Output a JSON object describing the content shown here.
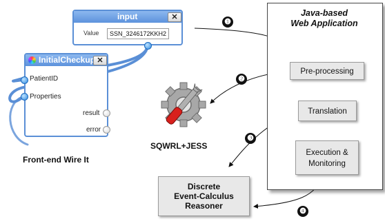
{
  "input_module": {
    "title": "input",
    "close_label": "✕",
    "value_label": "Value",
    "value": "SSN_3246172KKH2"
  },
  "checkup_module": {
    "title": "InitialCheckup",
    "close_label": "✕",
    "fields": {
      "patient_id": "PatientID",
      "properties": "Properties",
      "result": "result",
      "error": "error"
    }
  },
  "frontend_caption": "Front-end Wire It",
  "tool_caption": "SQWRL+JESS",
  "app": {
    "title_line1": "Java-based",
    "title_line2": "Web Application",
    "preprocessing": "Pre-processing",
    "translation": "Translation",
    "execution_line1": "Execution &",
    "execution_line2": "Monitoring"
  },
  "reasoner": {
    "line1": "Discrete",
    "line2": "Event-Calculus",
    "line3": "Reasoner"
  },
  "steps": [
    "❶",
    "❷",
    "❸",
    "❹"
  ],
  "colors": {
    "module_border": "#5a8fd6",
    "terminal": "#2e8ae0",
    "box_fill": "#e8e8e8",
    "wrench_red": "#d8201c",
    "gear_gray": "#9a9a9a"
  }
}
